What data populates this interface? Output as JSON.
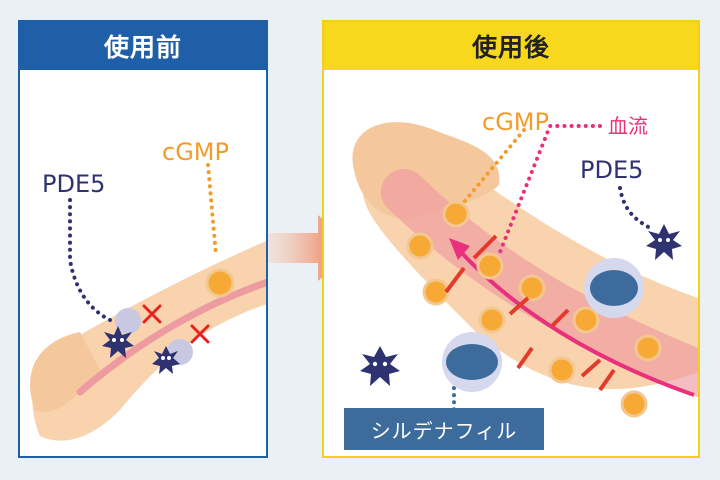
{
  "before": {
    "title": "使用前",
    "pde5_label": "PDE5",
    "cgmp_label": "cGMP"
  },
  "after": {
    "title": "使用後",
    "cgmp_label": "cGMP",
    "blood_flow_label": "血流",
    "pde5_label": "PDE5",
    "drug_label": "シルデナフィル"
  },
  "colors": {
    "before_header": "#1f5fa8",
    "after_header": "#f7d81d",
    "pde5": "#2f3270",
    "cgmp": "#f29c2b",
    "blood_flow": "#e8307b",
    "drug_box": "#3d6c9c"
  }
}
